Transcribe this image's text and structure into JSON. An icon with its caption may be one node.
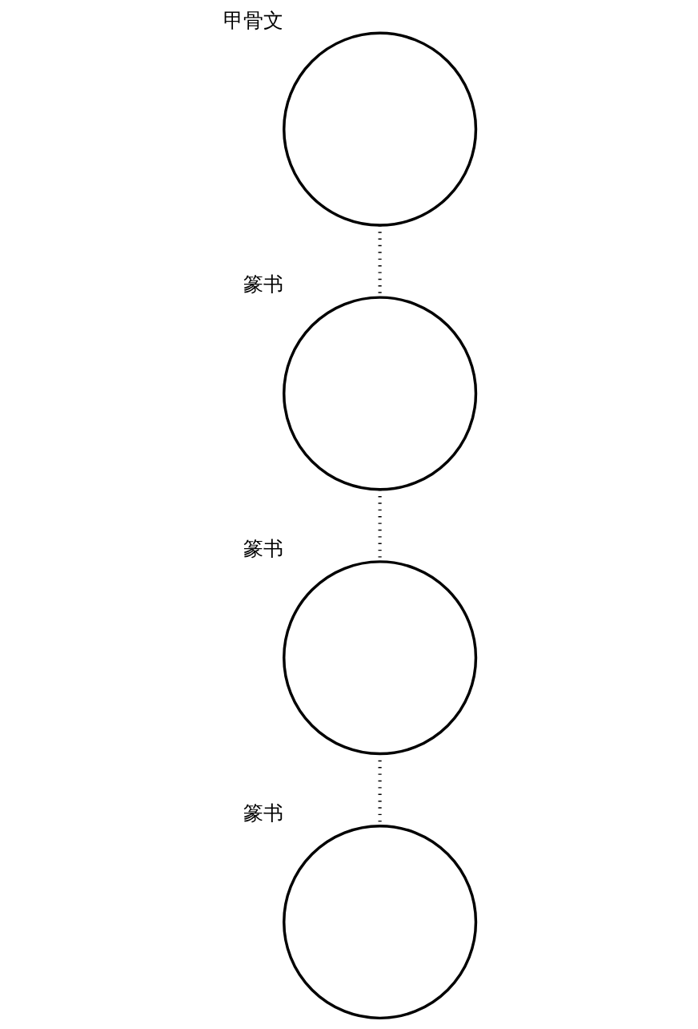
{
  "diagram": {
    "nodes": [
      {
        "text": [],
        "shape": "circle",
        "beside": [
          "甲骨文"
        ]
      },
      {
        "text": [],
        "shape": "circle",
        "beside": [
          "篆书"
        ]
      },
      {
        "text": [],
        "shape": "circle",
        "beside": [
          "篆书"
        ]
      },
      {
        "text": [],
        "shape": "circle",
        "beside": [
          "篆书"
        ]
      }
    ],
    "edges": [
      {
        "from": 0,
        "to": 1,
        "arrow": "none",
        "style": "dashed"
      },
      {
        "from": 1,
        "to": 2,
        "arrow": "none",
        "style": "dashed"
      },
      {
        "from": 2,
        "to": 3,
        "arrow": "none",
        "style": "dashed"
      }
    ]
  }
}
